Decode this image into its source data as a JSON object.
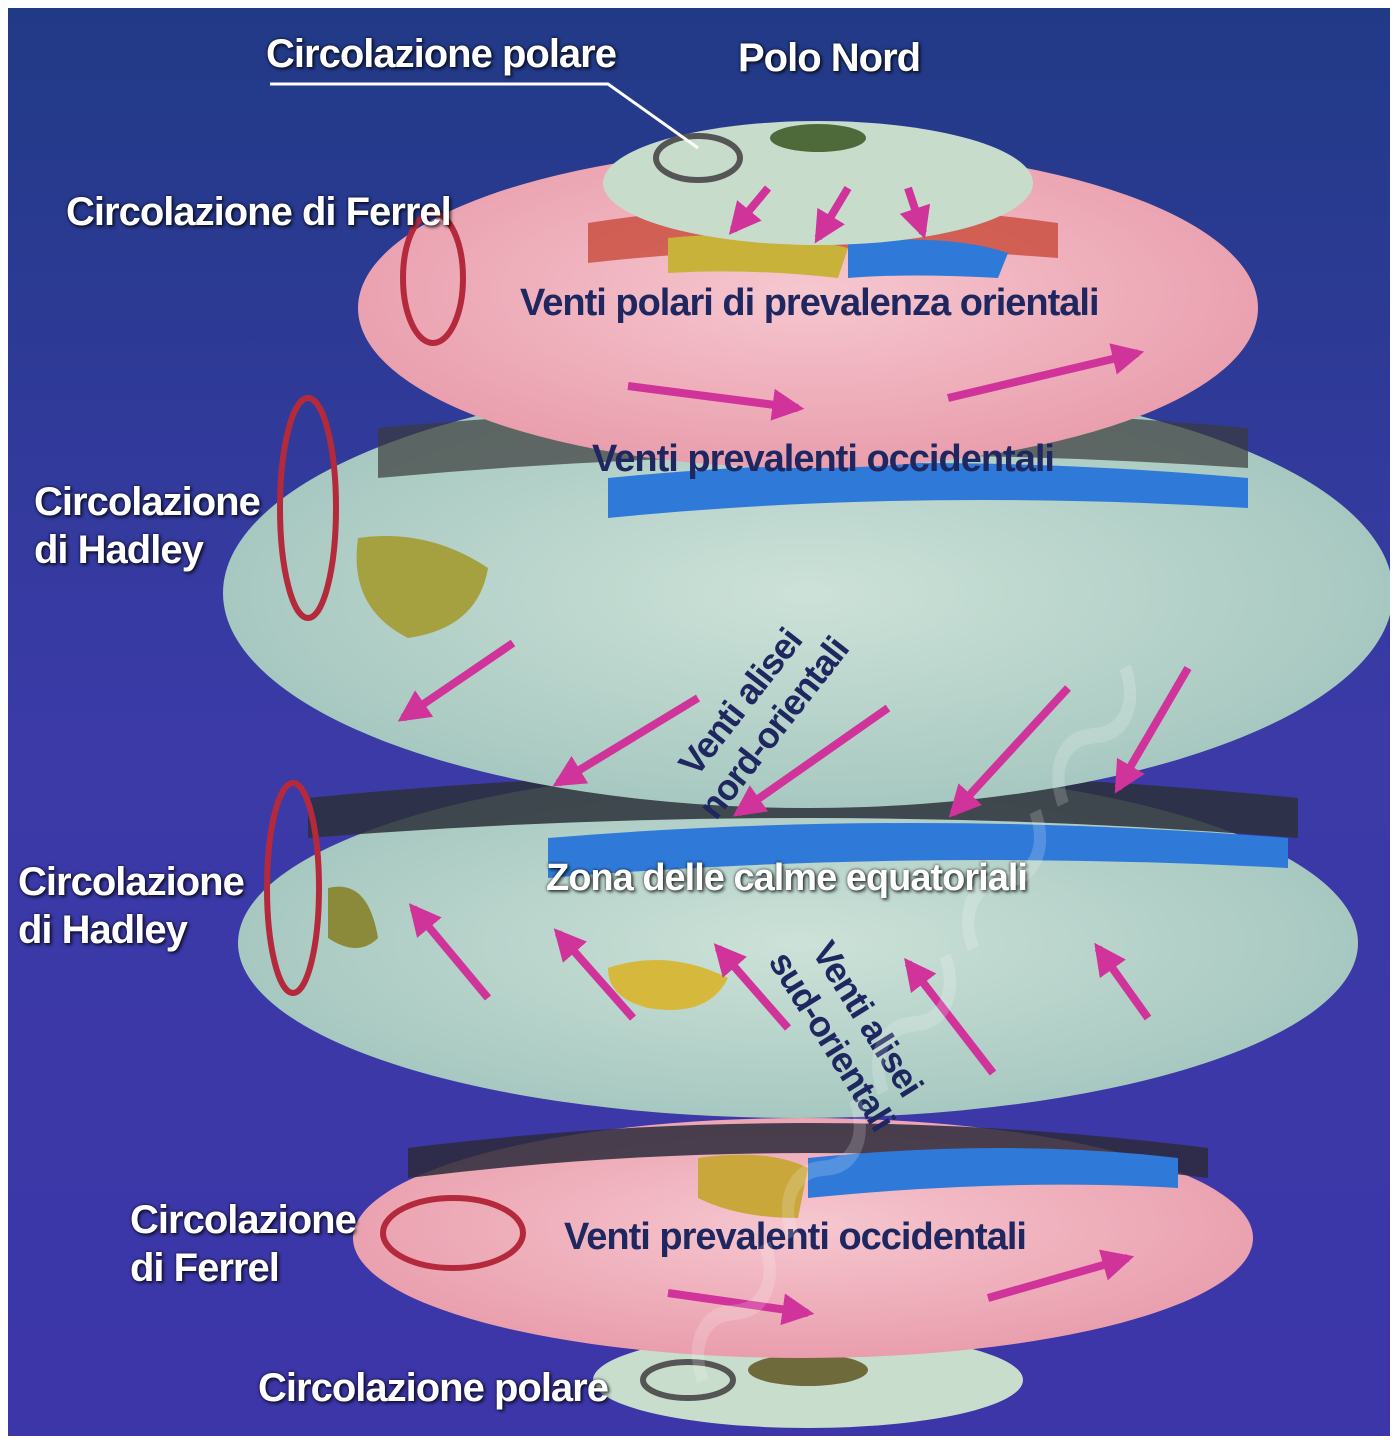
{
  "labels": {
    "north_polar_cell": "Circolazione polare",
    "north_pole": "Polo Nord",
    "north_ferrel_cell": "Circolazione di Ferrel",
    "polar_easterlies": "Venti polari di prevalenza orientali",
    "westerlies_north": "Venti prevalenti occidentali",
    "hadley_north_line1": "Circolazione",
    "hadley_north_line2": "di Hadley",
    "ne_trades_line1": "Venti alisei",
    "ne_trades_line2": "nord-orientali",
    "hadley_south_line1": "Circolazione",
    "hadley_south_line2": "di Hadley",
    "doldrums": "Zona delle calme equatoriali",
    "se_trades_line1": "Venti alisei",
    "se_trades_line2": "sud-orientali",
    "ferrel_south_line1": "Circolazione",
    "ferrel_south_line2": "di Ferrel",
    "westerlies_south": "Venti prevalenti occidentali",
    "south_polar_cell": "Circolazione polare"
  },
  "colors": {
    "background": "#3d3da6",
    "ferrel_band": "#f2b5c0",
    "hadley_band": "#b9d6ce",
    "polar_band": "#c8dccc",
    "wind_arrow": "#d0339a",
    "cell_arrow": "#b42a3c",
    "ocean": "#2f7ad8",
    "land": "#c8a93a"
  }
}
